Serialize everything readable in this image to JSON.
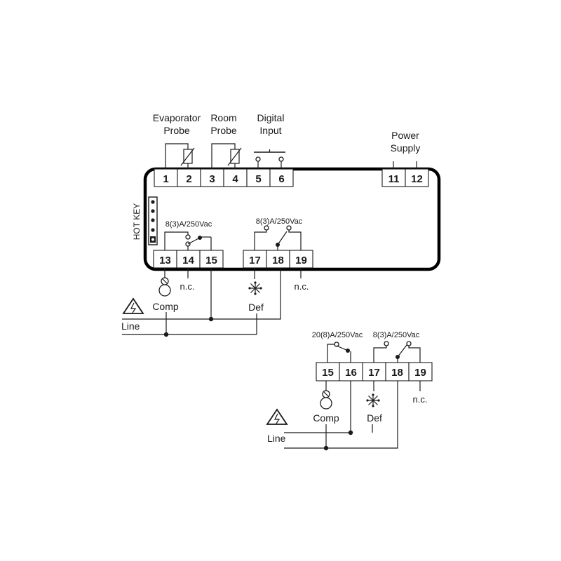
{
  "labels": {
    "evap_line1": "Evaporator",
    "evap_line2": "Probe",
    "room_line1": "Room",
    "room_line2": "Probe",
    "digital_line1": "Digital",
    "digital_line2": "Input",
    "power_line1": "Power",
    "power_line2": "Supply",
    "hot_key": "HOT KEY",
    "rating_main_comp": "8(3)A/250Vac",
    "rating_main_def": "8(3)A/250Vac",
    "rating_alt_comp": "20(8)A/250Vac",
    "rating_alt_def": "8(3)A/250Vac",
    "comp": "Comp",
    "def": "Def",
    "nc": "n.c.",
    "line": "Line"
  },
  "terminals": {
    "top": [
      "1",
      "2",
      "3",
      "4",
      "5",
      "6"
    ],
    "power": [
      "11",
      "12"
    ],
    "bottom": [
      "13",
      "14",
      "15",
      "17",
      "18",
      "19"
    ],
    "alt": [
      "15",
      "16",
      "17",
      "18",
      "19"
    ]
  },
  "icons": {
    "warning": "warning-triangle-icon",
    "compressor": "compressor-icon",
    "defrost": "snowflake-icon"
  }
}
